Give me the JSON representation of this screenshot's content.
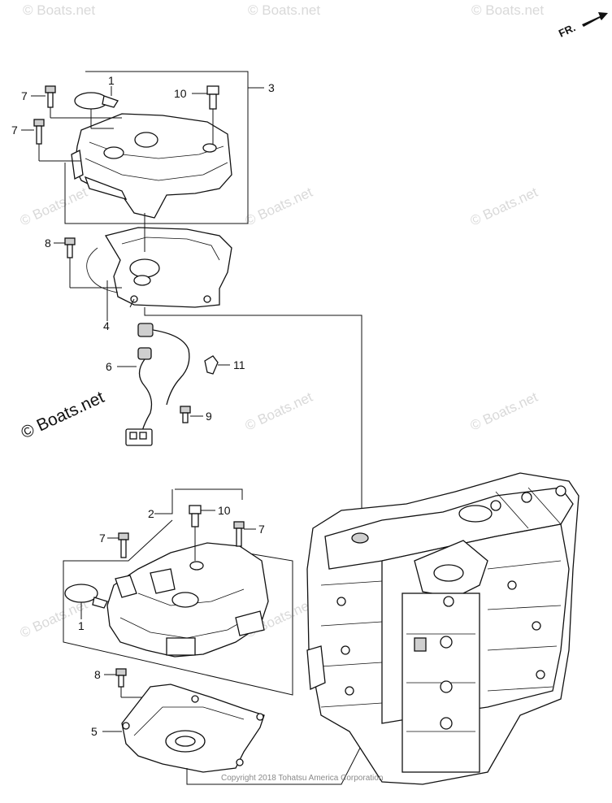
{
  "diagram": {
    "direction_label": "FR.",
    "copyright": "Copyright 2018 Tohatsu America Corporation",
    "watermark_main": "© Boats.net",
    "watermark_faint": "© Boats.net",
    "callouts": {
      "c1_top": "1",
      "c7_top_a": "7",
      "c7_top_b": "7",
      "c10_top": "10",
      "c3": "3",
      "c8_top": "8",
      "c4": "4",
      "c6": "6",
      "c11": "11",
      "c9": "9",
      "c2": "2",
      "c10_bottom": "10",
      "c7_bottom_a": "7",
      "c7_bottom_b": "7",
      "c1_bottom": "1",
      "c8_bottom": "8",
      "c5": "5"
    }
  }
}
